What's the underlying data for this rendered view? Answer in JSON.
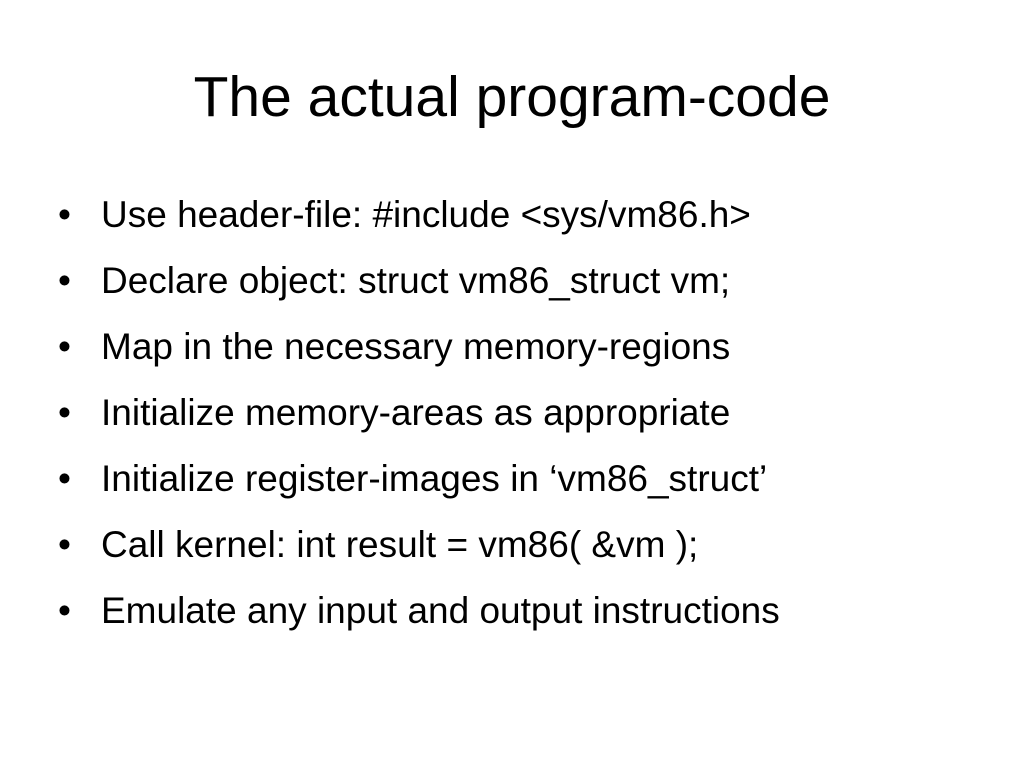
{
  "slide": {
    "title": "The actual program-code",
    "bullet_glyph": "•",
    "bullets": [
      "Use header-file:  #include <sys/vm86.h>",
      "Declare object:  struct vm86_struct  vm;",
      "Map in the necessary memory-regions",
      "Initialize memory-areas as appropriate",
      "Initialize register-images in ‘vm86_struct’",
      "Call kernel:  int  result = vm86( &vm );",
      "Emulate any input and output instructions"
    ]
  }
}
